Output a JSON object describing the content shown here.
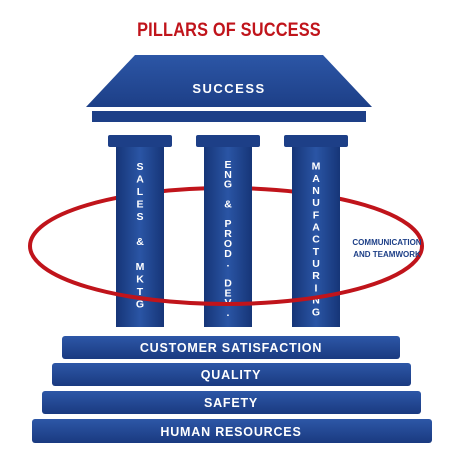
{
  "title": "PILLARS OF SUCCESS",
  "roof_label": "SUCCESS",
  "pillars": [
    {
      "label": "SALES & MKTG"
    },
    {
      "label": "ENG & PROD. DEV."
    },
    {
      "label": "MANUFACTURING"
    }
  ],
  "ring_label": [
    "COMMUNICATION",
    "AND TEAMWORK"
  ],
  "steps": [
    {
      "label": "CUSTOMER SATISFACTION"
    },
    {
      "label": "QUALITY"
    },
    {
      "label": "SAFETY"
    },
    {
      "label": "HUMAN RESOURCES"
    }
  ],
  "colors": {
    "blue": "#1d3f87",
    "blue_light": "#2c56a6",
    "red": "#c0141b",
    "text_light": "#ffffff",
    "text_dark": "#1d3f87"
  }
}
